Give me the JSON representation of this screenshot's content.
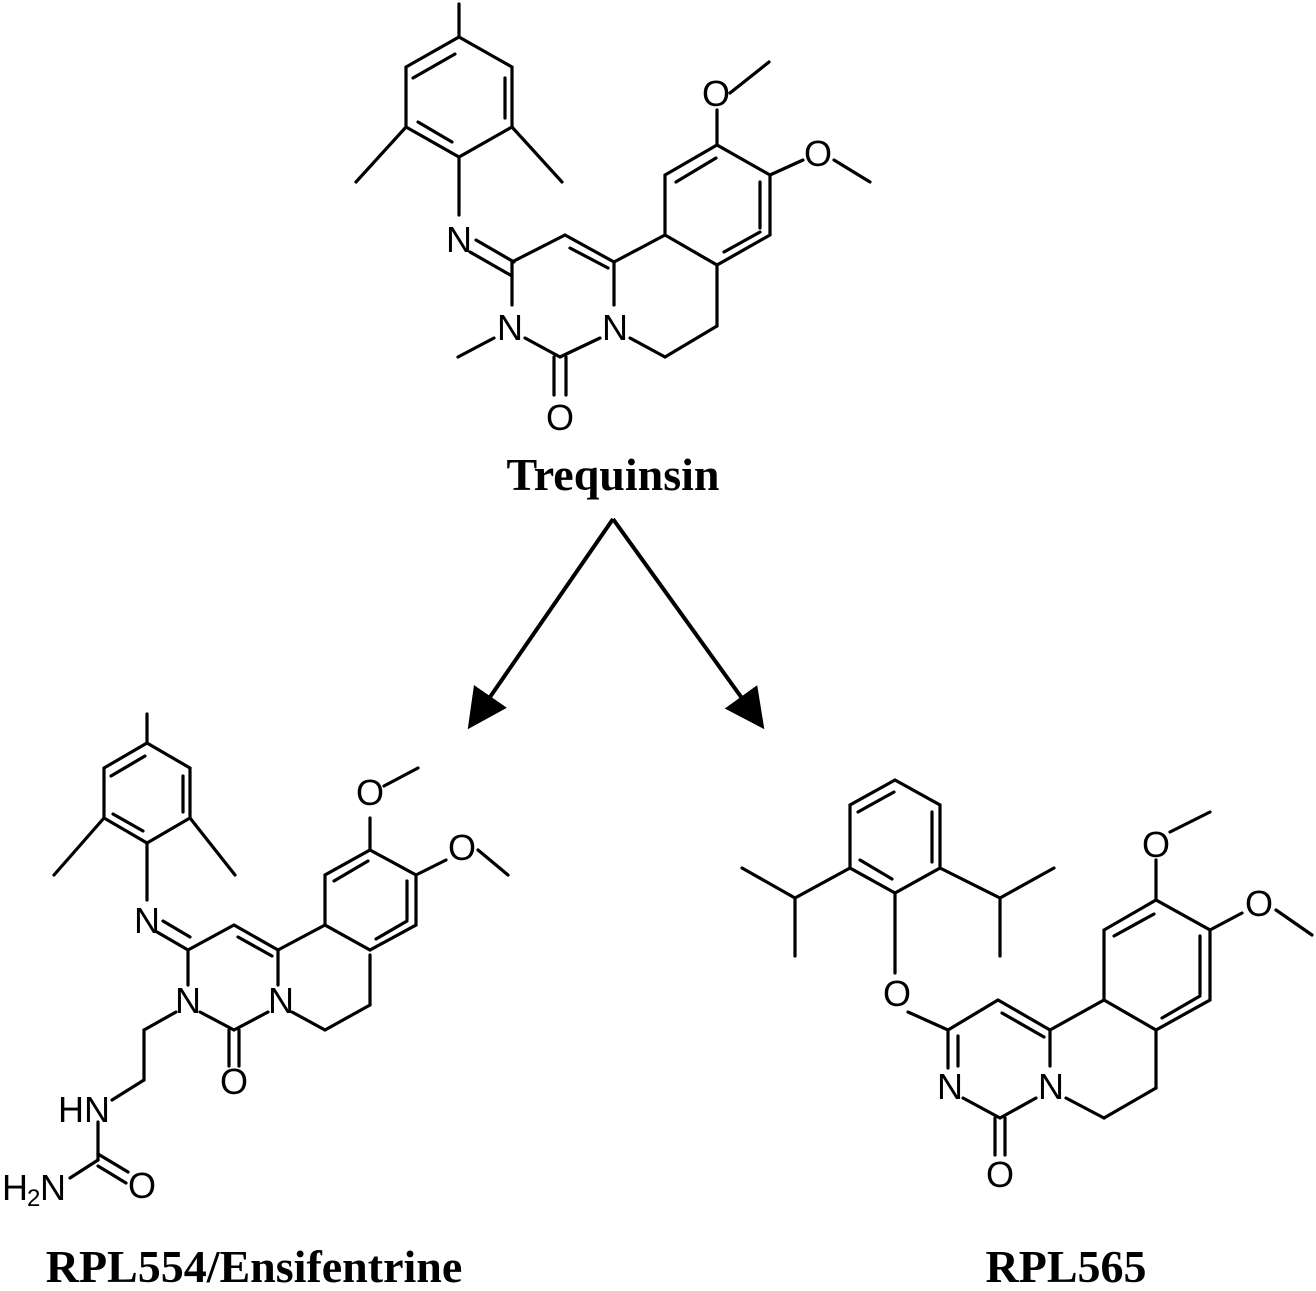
{
  "captions": {
    "top": "Trequinsin",
    "left": "RPL554/Ensifentrine",
    "right": "RPL565"
  },
  "atoms": {
    "O": "O",
    "N": "N",
    "HN": "HN",
    "H": "H",
    "sub2": "2"
  }
}
